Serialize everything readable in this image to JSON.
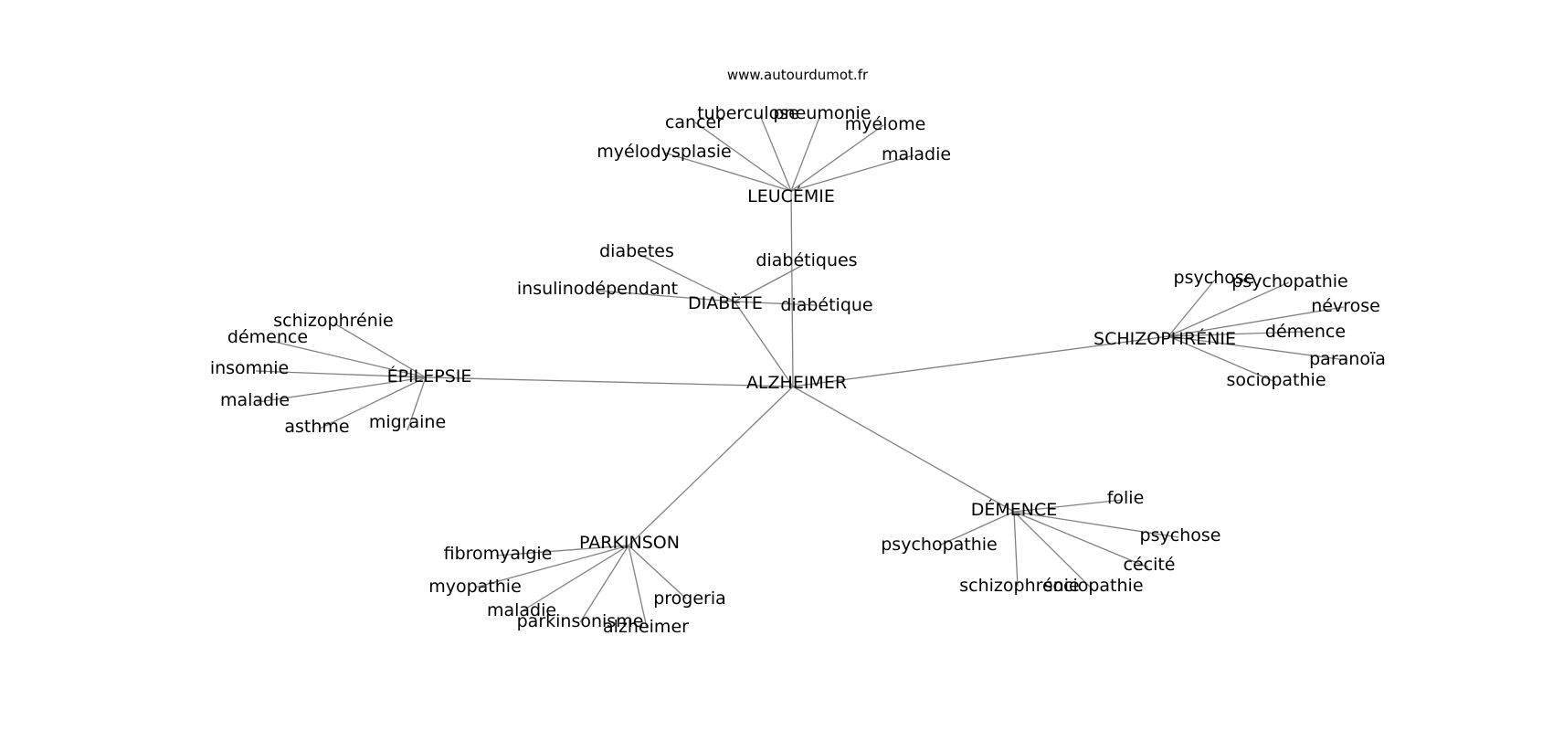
{
  "source": "www.autourdumot.fr",
  "nodes": [
    {
      "id": "alzheimer",
      "label": "ALZHEIMER"
    },
    {
      "id": "leucemie",
      "label": "LEUCÉMIE"
    },
    {
      "id": "diabete",
      "label": "DIABÈTE"
    },
    {
      "id": "epilepsie",
      "label": "ÉPILEPSIE"
    },
    {
      "id": "schizophrenie",
      "label": "SCHIZOPHRÉNIE"
    },
    {
      "id": "demence",
      "label": "DÉMENCE"
    },
    {
      "id": "parkinson",
      "label": "PARKINSON"
    },
    {
      "id": "leu-tuberculose",
      "label": "tuberculose"
    },
    {
      "id": "leu-pneumonie",
      "label": "pneumonie"
    },
    {
      "id": "leu-cancer",
      "label": "cancer"
    },
    {
      "id": "leu-myelome",
      "label": "myélome"
    },
    {
      "id": "leu-myelodysplasie",
      "label": "myélodysplasie"
    },
    {
      "id": "leu-maladie",
      "label": "maladie"
    },
    {
      "id": "dia-diabetes",
      "label": "diabetes"
    },
    {
      "id": "dia-diabetiques",
      "label": "diabétiques"
    },
    {
      "id": "dia-insulinodependant",
      "label": "insulinodépendant"
    },
    {
      "id": "dia-diabetique",
      "label": "diabétique"
    },
    {
      "id": "epi-schizophrenie",
      "label": "schizophrénie"
    },
    {
      "id": "epi-demence",
      "label": "démence"
    },
    {
      "id": "epi-insomnie",
      "label": "insomnie"
    },
    {
      "id": "epi-maladie",
      "label": "maladie"
    },
    {
      "id": "epi-asthme",
      "label": "asthme"
    },
    {
      "id": "epi-migraine",
      "label": "migraine"
    },
    {
      "id": "sch-psychose",
      "label": "psychose"
    },
    {
      "id": "sch-psychopathie",
      "label": "psychopathie"
    },
    {
      "id": "sch-nevrose",
      "label": "névrose"
    },
    {
      "id": "sch-demence",
      "label": "démence"
    },
    {
      "id": "sch-paranoia",
      "label": "paranoïa"
    },
    {
      "id": "sch-sociopathie",
      "label": "sociopathie"
    },
    {
      "id": "dem-folie",
      "label": "folie"
    },
    {
      "id": "dem-psychose",
      "label": "psychose"
    },
    {
      "id": "dem-psychopathie",
      "label": "psychopathie"
    },
    {
      "id": "dem-cecite",
      "label": "cécité"
    },
    {
      "id": "dem-schizophrenie",
      "label": "schizophrénie"
    },
    {
      "id": "dem-sociopathie",
      "label": "sociopathie"
    },
    {
      "id": "par-fibromyalgie",
      "label": "fibromyalgie"
    },
    {
      "id": "par-myopathie",
      "label": "myopathie"
    },
    {
      "id": "par-maladie",
      "label": "maladie"
    },
    {
      "id": "par-progeria",
      "label": "progeria"
    },
    {
      "id": "par-parkinsonisme",
      "label": "parkinsonisme"
    },
    {
      "id": "par-alzheimer",
      "label": "alzheimer"
    }
  ],
  "edges": [
    [
      "alzheimer",
      "leucemie"
    ],
    [
      "alzheimer",
      "diabete"
    ],
    [
      "alzheimer",
      "epilepsie"
    ],
    [
      "alzheimer",
      "schizophrenie"
    ],
    [
      "alzheimer",
      "demence"
    ],
    [
      "alzheimer",
      "parkinson"
    ],
    [
      "leucemie",
      "leu-tuberculose"
    ],
    [
      "leucemie",
      "leu-pneumonie"
    ],
    [
      "leucemie",
      "leu-cancer"
    ],
    [
      "leucemie",
      "leu-myelome"
    ],
    [
      "leucemie",
      "leu-myelodysplasie"
    ],
    [
      "leucemie",
      "leu-maladie"
    ],
    [
      "diabete",
      "dia-diabetes"
    ],
    [
      "diabete",
      "dia-diabetiques"
    ],
    [
      "diabete",
      "dia-insulinodependant"
    ],
    [
      "diabete",
      "dia-diabetique"
    ],
    [
      "epilepsie",
      "epi-schizophrenie"
    ],
    [
      "epilepsie",
      "epi-demence"
    ],
    [
      "epilepsie",
      "epi-insomnie"
    ],
    [
      "epilepsie",
      "epi-maladie"
    ],
    [
      "epilepsie",
      "epi-asthme"
    ],
    [
      "epilepsie",
      "epi-migraine"
    ],
    [
      "schizophrenie",
      "sch-psychose"
    ],
    [
      "schizophrenie",
      "sch-psychopathie"
    ],
    [
      "schizophrenie",
      "sch-nevrose"
    ],
    [
      "schizophrenie",
      "sch-demence"
    ],
    [
      "schizophrenie",
      "sch-paranoia"
    ],
    [
      "schizophrenie",
      "sch-sociopathie"
    ],
    [
      "demence",
      "dem-folie"
    ],
    [
      "demence",
      "dem-psychose"
    ],
    [
      "demence",
      "dem-psychopathie"
    ],
    [
      "demence",
      "dem-cecite"
    ],
    [
      "demence",
      "dem-schizophrenie"
    ],
    [
      "demence",
      "dem-sociopathie"
    ],
    [
      "parkinson",
      "par-fibromyalgie"
    ],
    [
      "parkinson",
      "par-myopathie"
    ],
    [
      "parkinson",
      "par-maladie"
    ],
    [
      "parkinson",
      "par-progeria"
    ],
    [
      "parkinson",
      "par-parkinsonisme"
    ],
    [
      "parkinson",
      "par-alzheimer"
    ]
  ]
}
